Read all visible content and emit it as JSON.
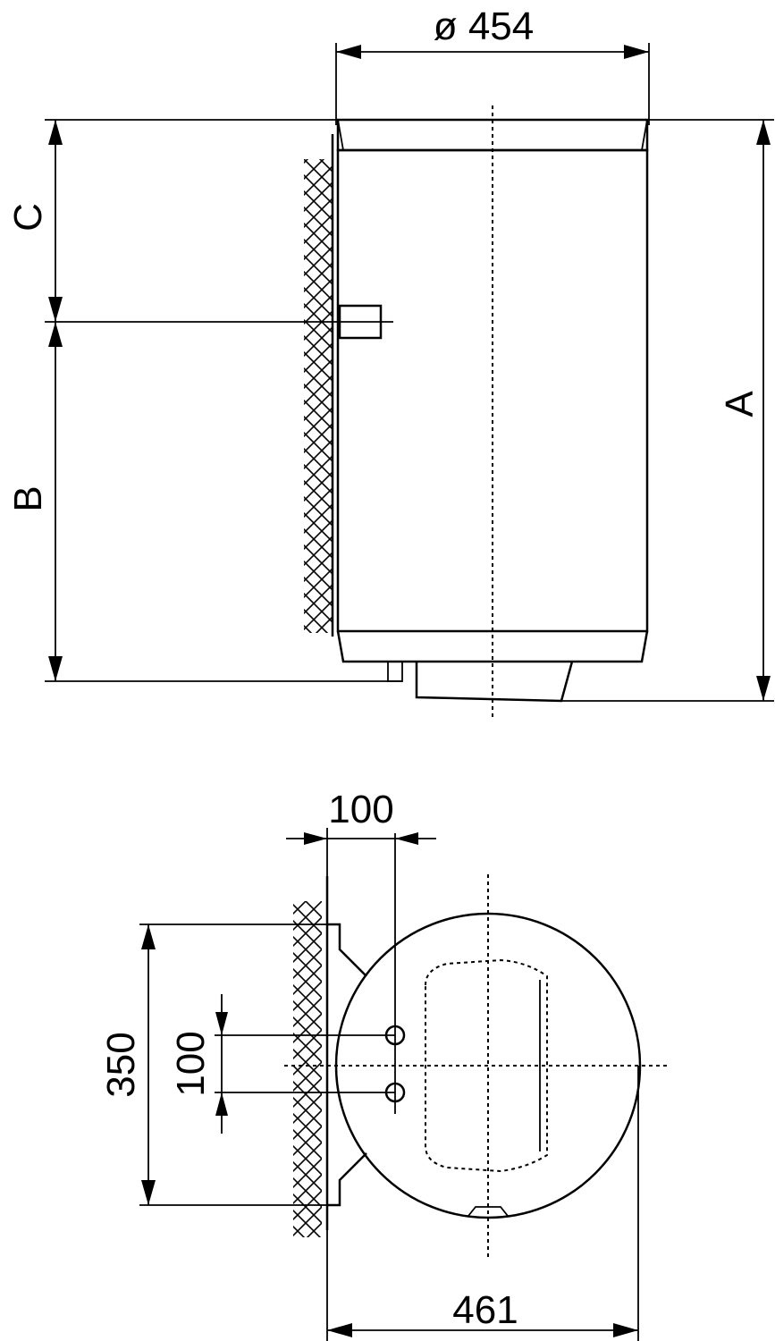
{
  "side_view": {
    "diameter_label": "ø 454",
    "dim_a_label": "A",
    "dim_b_label": "B",
    "dim_c_label": "C"
  },
  "top_view": {
    "bracket_offset_label": "100",
    "mount_span_label": "350",
    "pipe_spacing_label": "100",
    "depth_label": "461"
  },
  "colors": {
    "line": "#000000",
    "background": "#ffffff"
  }
}
